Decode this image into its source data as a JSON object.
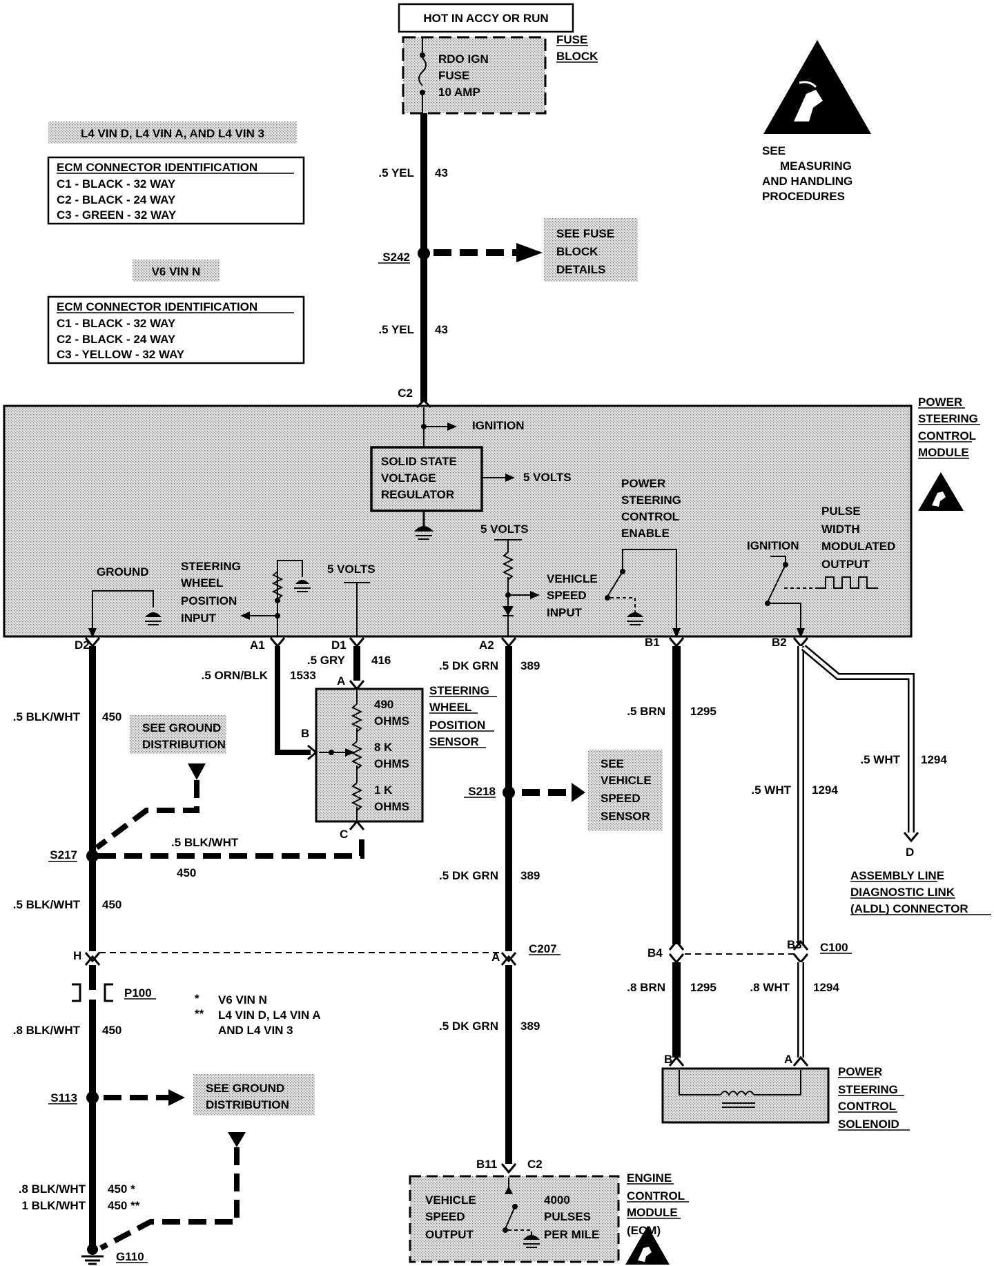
{
  "power_source": "HOT IN ACCY OR RUN",
  "fuse_block": {
    "label1": "FUSE",
    "label2": "BLOCK",
    "fuse1": "RDO IGN",
    "fuse2": "FUSE",
    "fuse3": "10 AMP"
  },
  "esd_note": {
    "line1": "SEE",
    "line2": "MEASURING",
    "line3": "AND HANDLING",
    "line4": "PROCEDURES"
  },
  "ecm_id_a": {
    "banner": "L4 VIN D, L4 VIN A, AND L4 VIN 3",
    "title": "ECM CONNECTOR IDENTIFICATION",
    "rows": [
      "C1 - BLACK - 32 WAY",
      "C2 - BLACK - 24 WAY",
      "C3 - GREEN - 32 WAY"
    ]
  },
  "ecm_id_b": {
    "banner": "V6 VIN N",
    "title": "ECM CONNECTOR IDENTIFICATION",
    "rows": [
      "C1 - BLACK - 32 WAY",
      "C2 - BLACK - 24 WAY",
      "C3 - YELLOW - 32 WAY"
    ]
  },
  "feed": {
    "upper_gauge": ".5 YEL",
    "upper_circuit": "43",
    "splice": "S242",
    "see_fuse": [
      "SEE FUSE",
      "BLOCK",
      "DETAILS"
    ],
    "lower_gauge": ".5 YEL",
    "lower_circuit": "43",
    "pin": "C2"
  },
  "module": {
    "name": [
      "POWER",
      "STEERING",
      "CONTROL",
      "MODULE"
    ],
    "ignition": "IGNITION",
    "regulator": [
      "SOLID STATE",
      "VOLTAGE",
      "REGULATOR"
    ],
    "five_volts_a": "5 VOLTS",
    "five_volts_b": "5 VOLTS",
    "five_volts_c": "5 VOLTS",
    "ground": "GROUND",
    "swp_input": [
      "STEERING",
      "WHEEL",
      "POSITION",
      "INPUT"
    ],
    "vss_input": [
      "VEHICLE",
      "SPEED",
      "INPUT"
    ],
    "ps_enable": [
      "POWER",
      "STEERING",
      "CONTROL",
      "ENABLE"
    ],
    "ignition_b": "IGNITION",
    "pwm": [
      "PULSE",
      "WIDTH",
      "MODULATED",
      "OUTPUT"
    ]
  },
  "pins": {
    "d2": "D2",
    "a1": "A1",
    "d1": "D1",
    "a2": "A2",
    "b1": "B1",
    "b2": "B2"
  },
  "wires": {
    "d2_gauge": ".5 BLK/WHT",
    "d2_circuit": "450",
    "a1_gauge": ".5 ORN/BLK",
    "a1_circuit": "1533",
    "d1_gauge": ".5 GRY",
    "d1_circuit": "416",
    "a2_gauge": ".5 DK GRN",
    "a2_circuit": "389",
    "b1_gauge": ".5 BRN",
    "b1_circuit": "1295",
    "b2_gauge": ".5 WHT",
    "b2_circuit": "1294",
    "aldl_gauge": ".5 WHT",
    "aldl_circuit": "1294",
    "s217_branch_gauge": ".5 BLK/WHT",
    "s217_branch_circuit": "450",
    "below_s217_gauge": ".5 BLK/WHT",
    "below_s217_circuit": "450",
    "a2_mid_gauge": ".5 DK GRN",
    "a2_mid_circuit": "389",
    "a2_low_gauge": ".5 DK GRN",
    "a2_low_circuit": "389",
    "below_p100_gauge": ".8 BLK/WHT",
    "below_p100_circuit": "450",
    "g110_gauge_1": ".8 BLK/WHT",
    "g110_circuit_1": "450 *",
    "g110_gauge_2": "1 BLK/WHT",
    "g110_circuit_2": "450 **",
    "brn_low_gauge": ".8 BRN",
    "brn_low_circuit": "1295",
    "wht_low_gauge": ".8 WHT",
    "wht_low_circuit": "1294"
  },
  "sensor": {
    "name": [
      "STEERING",
      "WHEEL",
      "POSITION",
      "SENSOR"
    ],
    "r1": [
      "490",
      "OHMS"
    ],
    "r2": [
      "8 K",
      "OHMS"
    ],
    "r3": [
      "1 K",
      "OHMS"
    ],
    "pin_a": "A",
    "pin_b": "B",
    "pin_c": "C"
  },
  "splices": {
    "s217": "S217",
    "s218": "S218",
    "s113": "S113",
    "p100": "P100",
    "g110": "G110"
  },
  "see_ground_1": [
    "SEE GROUND",
    "DISTRIBUTION"
  ],
  "see_ground_2": [
    "SEE GROUND",
    "DISTRIBUTION"
  ],
  "see_vss": [
    "SEE",
    "VEHICLE",
    "SPEED",
    "SENSOR"
  ],
  "aldl": {
    "pin": "D",
    "name": [
      "ASSEMBLY LINE",
      "DIAGNOSTIC LINK",
      "(ALDL) CONNECTOR"
    ]
  },
  "connectors": {
    "c207": "C207",
    "c207_pin_h": "H",
    "c207_pin_a": "A",
    "c100": "C100",
    "c100_pin_b4": "B4",
    "c100_pin_b3": "B3"
  },
  "legend": {
    "star1": "*",
    "text1": "V6 VIN N",
    "star2": "**",
    "text2": "L4 VIN D, L4 VIN A",
    "text3": "AND L4 VIN 3"
  },
  "solenoid": {
    "pin_b": "B",
    "pin_a": "A",
    "name": [
      "POWER",
      "STEERING",
      "CONTROL",
      "SOLENOID"
    ]
  },
  "ecm": {
    "pin_b11": "B11",
    "pin_c2": "C2",
    "vso": [
      "VEHICLE",
      "SPEED",
      "OUTPUT"
    ],
    "pulses": [
      "4000",
      "PULSES",
      "PER MILE"
    ],
    "name": [
      "ENGINE",
      "CONTROL",
      "MODULE",
      "(ECM)"
    ]
  }
}
